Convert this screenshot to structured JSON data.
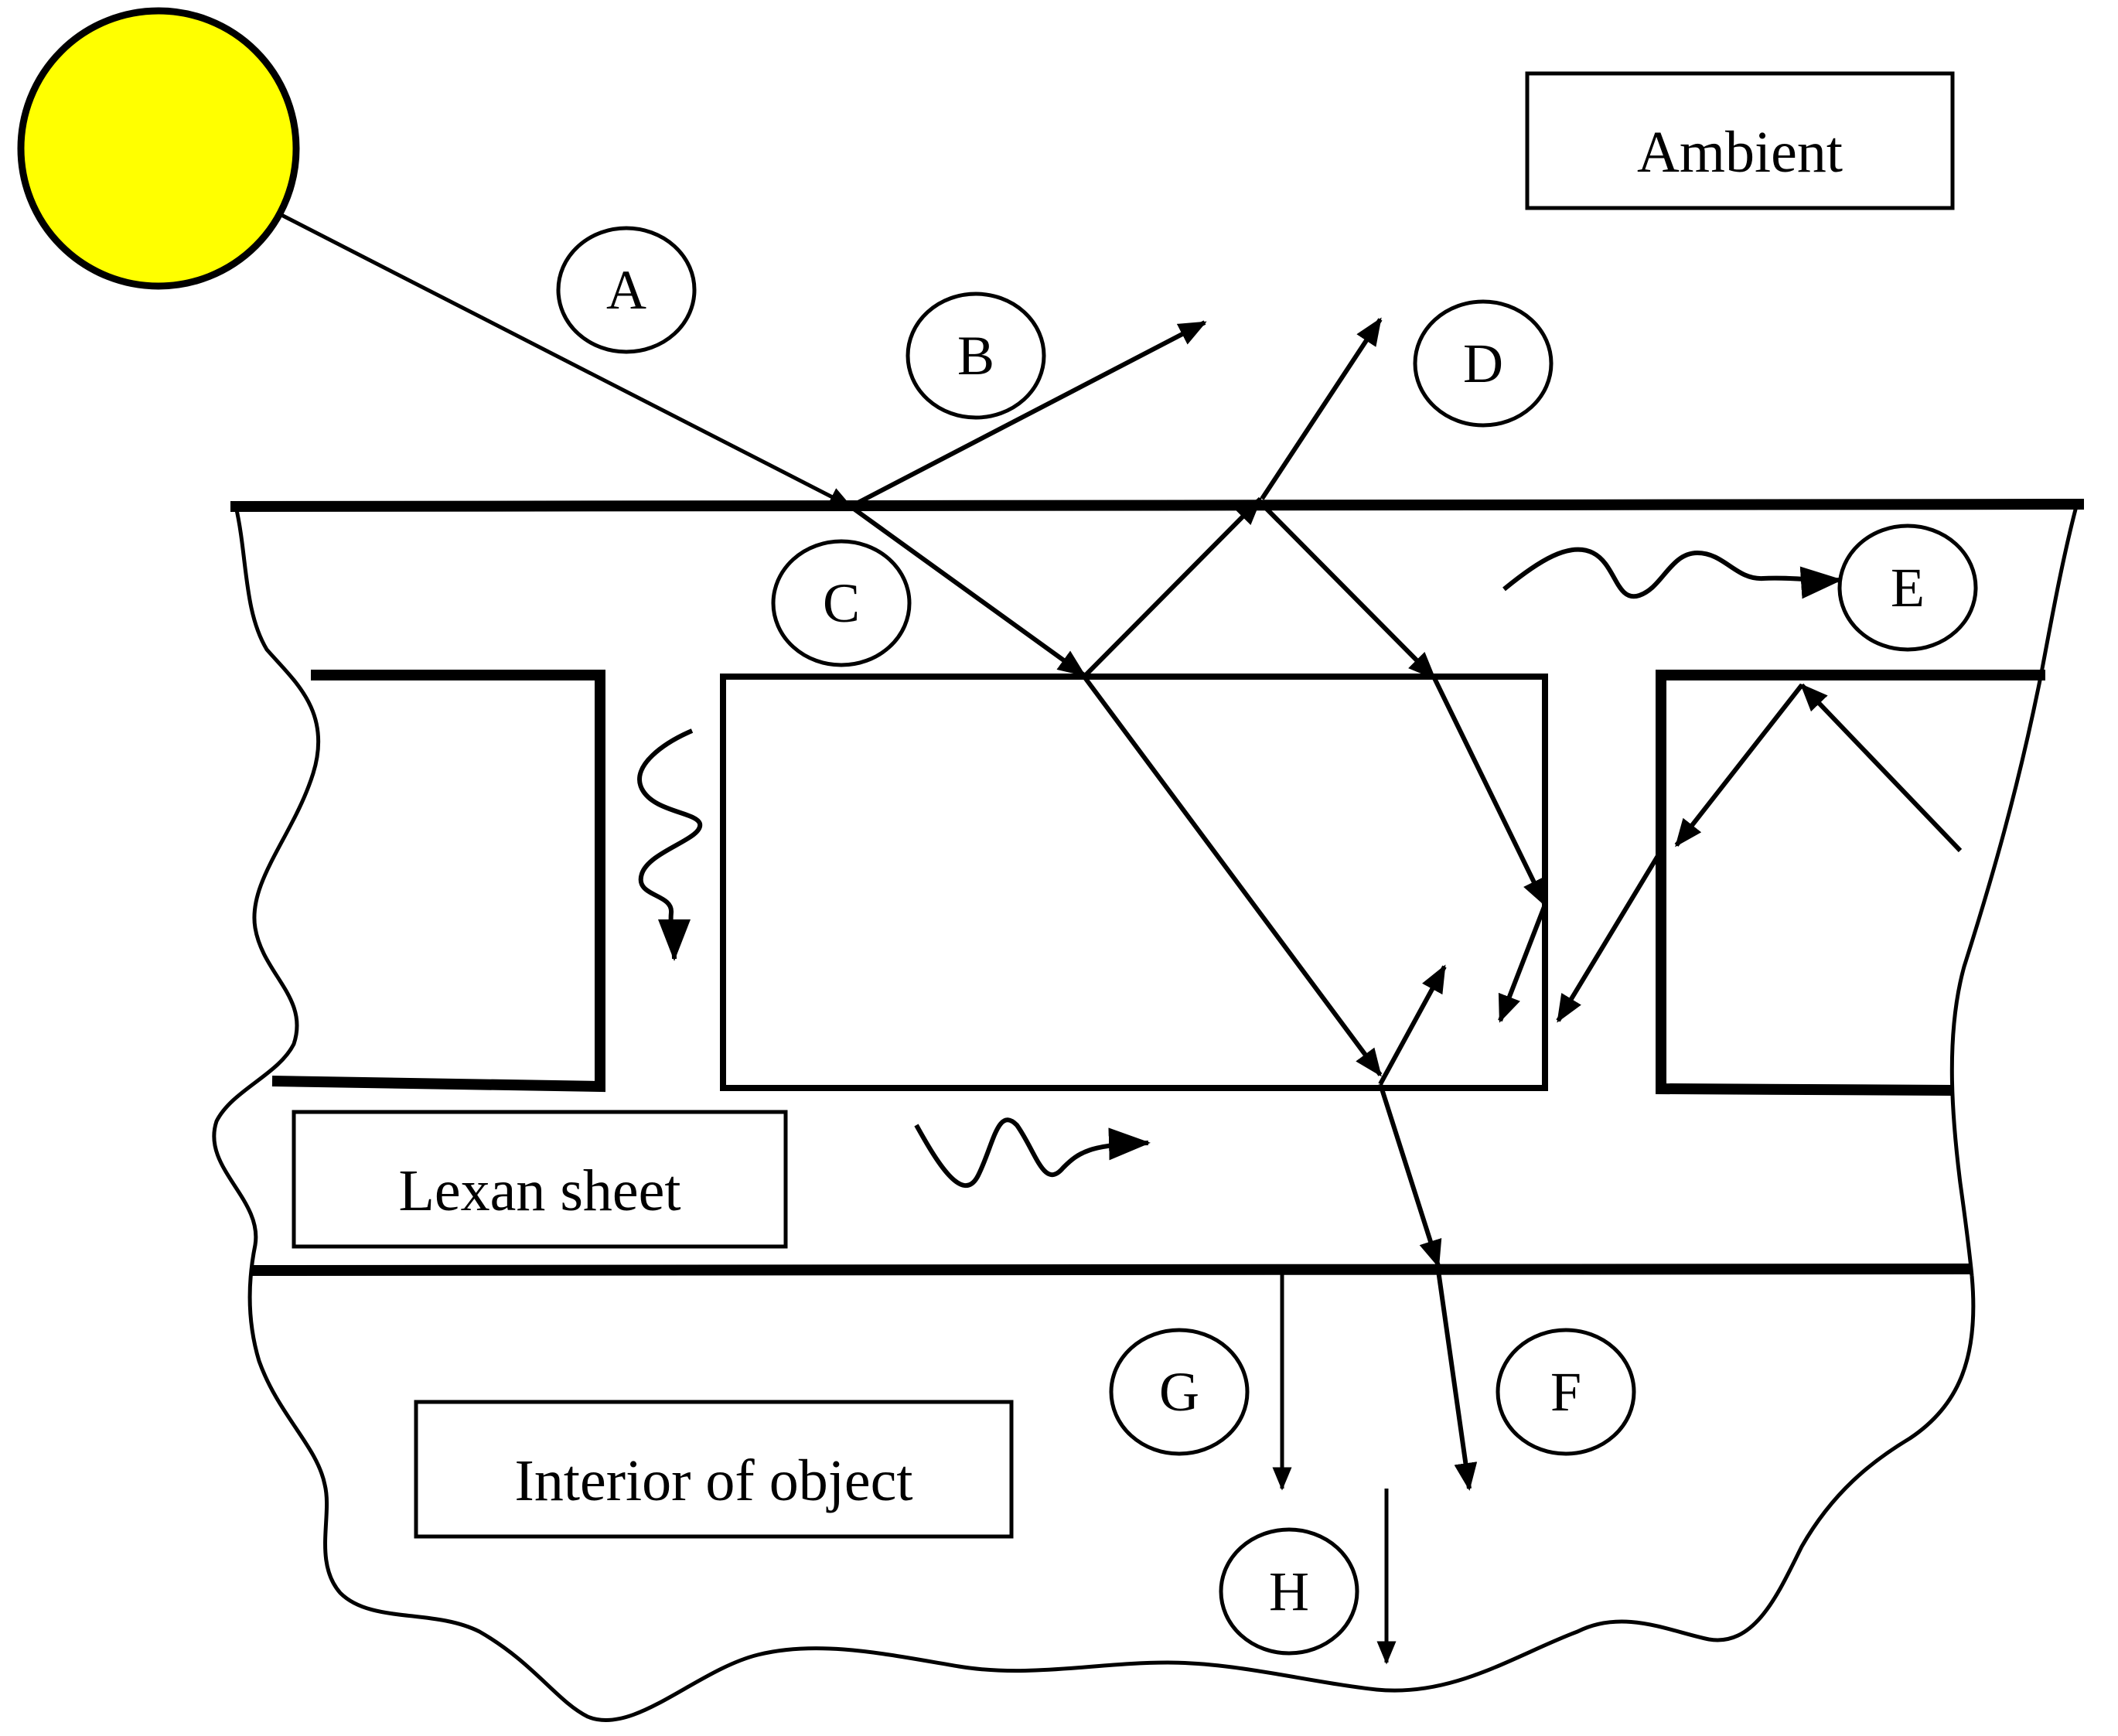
{
  "colors": {
    "sun_fill": "#FFFF00",
    "stroke": "#000000",
    "background": "#FFFFFF"
  },
  "boxes": {
    "ambient": "Ambient",
    "lexan": "Lexan sheet",
    "interior": "Interior of object"
  },
  "markers": {
    "a": "A",
    "b": "B",
    "c": "C",
    "d": "D",
    "e": "E",
    "f": "F",
    "g": "G",
    "h": "H"
  }
}
